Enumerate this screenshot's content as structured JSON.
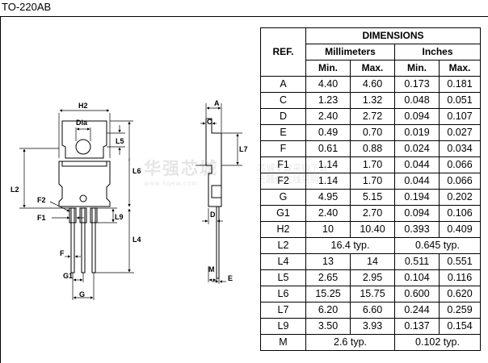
{
  "page_title": "TO-220AB",
  "watermark": {
    "big": "华强芯城",
    "small": "www.hqew.com",
    "right_line1": "芯城全球采购下载",
    "right_line2": "元器件在线采购"
  },
  "drawing_labels": {
    "h2": "H2",
    "dia": "Dia",
    "l5": "L5",
    "l6": "L6",
    "l2": "L2",
    "f2": "F2",
    "f1": "F1",
    "l9": "L9",
    "l4": "L4",
    "f": "F",
    "g1": "G1",
    "g": "G",
    "a": "A",
    "c": "C",
    "l7": "L7",
    "d": "D",
    "m": "M",
    "e": "E"
  },
  "table": {
    "header_ref": "REF.",
    "header_dimensions": "DIMENSIONS",
    "header_mm": "Millimeters",
    "header_in": "Inches",
    "header_min": "Min.",
    "header_max": "Max.",
    "rows": [
      {
        "ref": "A",
        "mm_min": "4.40",
        "mm_max": "4.60",
        "in_min": "0.173",
        "in_max": "0.181"
      },
      {
        "ref": "C",
        "mm_min": "1.23",
        "mm_max": "1.32",
        "in_min": "0.048",
        "in_max": "0.051"
      },
      {
        "ref": "D",
        "mm_min": "2.40",
        "mm_max": "2.72",
        "in_min": "0.094",
        "in_max": "0.107"
      },
      {
        "ref": "E",
        "mm_min": "0.49",
        "mm_max": "0.70",
        "in_min": "0.019",
        "in_max": "0.027"
      },
      {
        "ref": "F",
        "mm_min": "0.61",
        "mm_max": "0.88",
        "in_min": "0.024",
        "in_max": "0.034"
      },
      {
        "ref": "F1",
        "mm_min": "1.14",
        "mm_max": "1.70",
        "in_min": "0.044",
        "in_max": "0.066"
      },
      {
        "ref": "F2",
        "mm_min": "1.14",
        "mm_max": "1.70",
        "in_min": "0.044",
        "in_max": "0.066"
      },
      {
        "ref": "G",
        "mm_min": "4.95",
        "mm_max": "5.15",
        "in_min": "0.194",
        "in_max": "0.202"
      },
      {
        "ref": "G1",
        "mm_min": "2.40",
        "mm_max": "2.70",
        "in_min": "0.094",
        "in_max": "0.106"
      },
      {
        "ref": "H2",
        "mm_min": "10",
        "mm_max": "10.40",
        "in_min": "0.393",
        "in_max": "0.409"
      },
      {
        "ref": "L2",
        "mm_typ": "16.4 typ.",
        "in_typ": "0.645 typ."
      },
      {
        "ref": "L4",
        "mm_min": "13",
        "mm_max": "14",
        "in_min": "0.511",
        "in_max": "0.551"
      },
      {
        "ref": "L5",
        "mm_min": "2.65",
        "mm_max": "2.95",
        "in_min": "0.104",
        "in_max": "0.116"
      },
      {
        "ref": "L6",
        "mm_min": "15.25",
        "mm_max": "15.75",
        "in_min": "0.600",
        "in_max": "0.620"
      },
      {
        "ref": "L7",
        "mm_min": "6.20",
        "mm_max": "6.60",
        "in_min": "0.244",
        "in_max": "0.259"
      },
      {
        "ref": "L9",
        "mm_min": "3.50",
        "mm_max": "3.93",
        "in_min": "0.137",
        "in_max": "0.154"
      },
      {
        "ref": "M",
        "mm_typ": "2.6 typ.",
        "in_typ": "0.102 typ."
      }
    ]
  }
}
